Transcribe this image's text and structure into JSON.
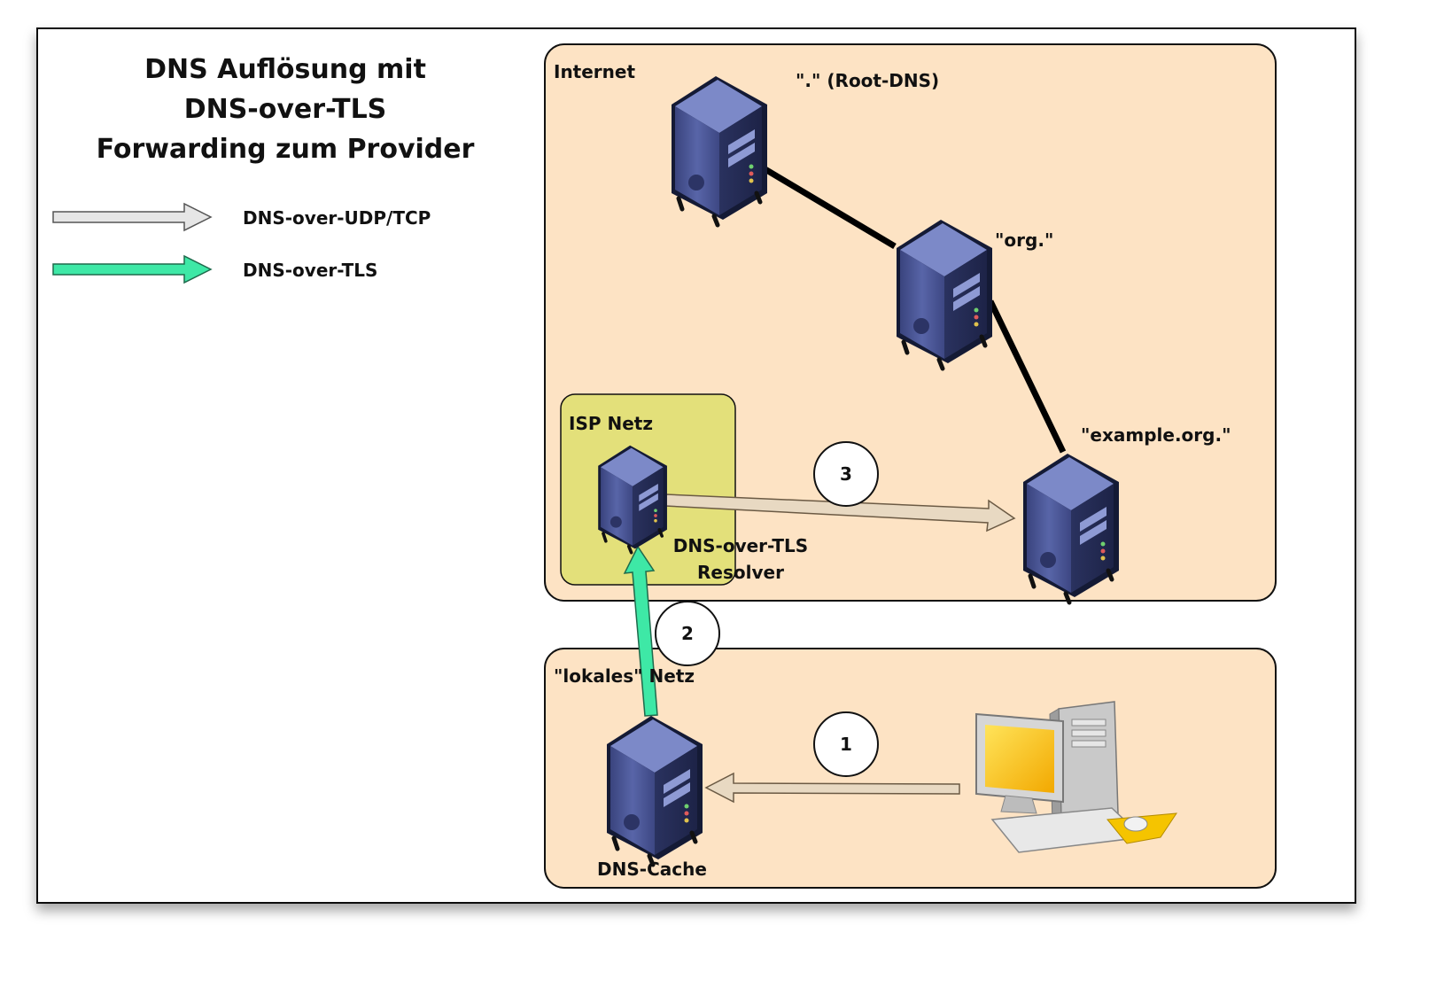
{
  "title": {
    "line1": "DNS Auflösung mit",
    "line2": "DNS-over-TLS",
    "line3": "Forwarding zum Provider"
  },
  "legend": [
    {
      "label": "DNS-over-UDP/TCP",
      "color": "#e6e6e6"
    },
    {
      "label": "DNS-over-TLS",
      "color": "#3ee8a6"
    }
  ],
  "zones": {
    "internet": "Internet",
    "isp": "ISP Netz",
    "local": "\"lokales\" Netz"
  },
  "servers": {
    "root": "\".\" (Root-DNS)",
    "org": "\"org.\"",
    "example": "\"example.org.\"",
    "resolver_line1": "DNS-over-TLS",
    "resolver_line2": "Resolver",
    "cache": "DNS-Cache"
  },
  "steps": [
    "1",
    "2",
    "3"
  ],
  "colors": {
    "zone_fill": "#fde3c4",
    "isp_fill": "#e3e07a",
    "udp_arrow": "#e8d9c2",
    "tls_arrow": "#3ee8a6",
    "server_body": "#4a5899",
    "link": "#000000"
  }
}
